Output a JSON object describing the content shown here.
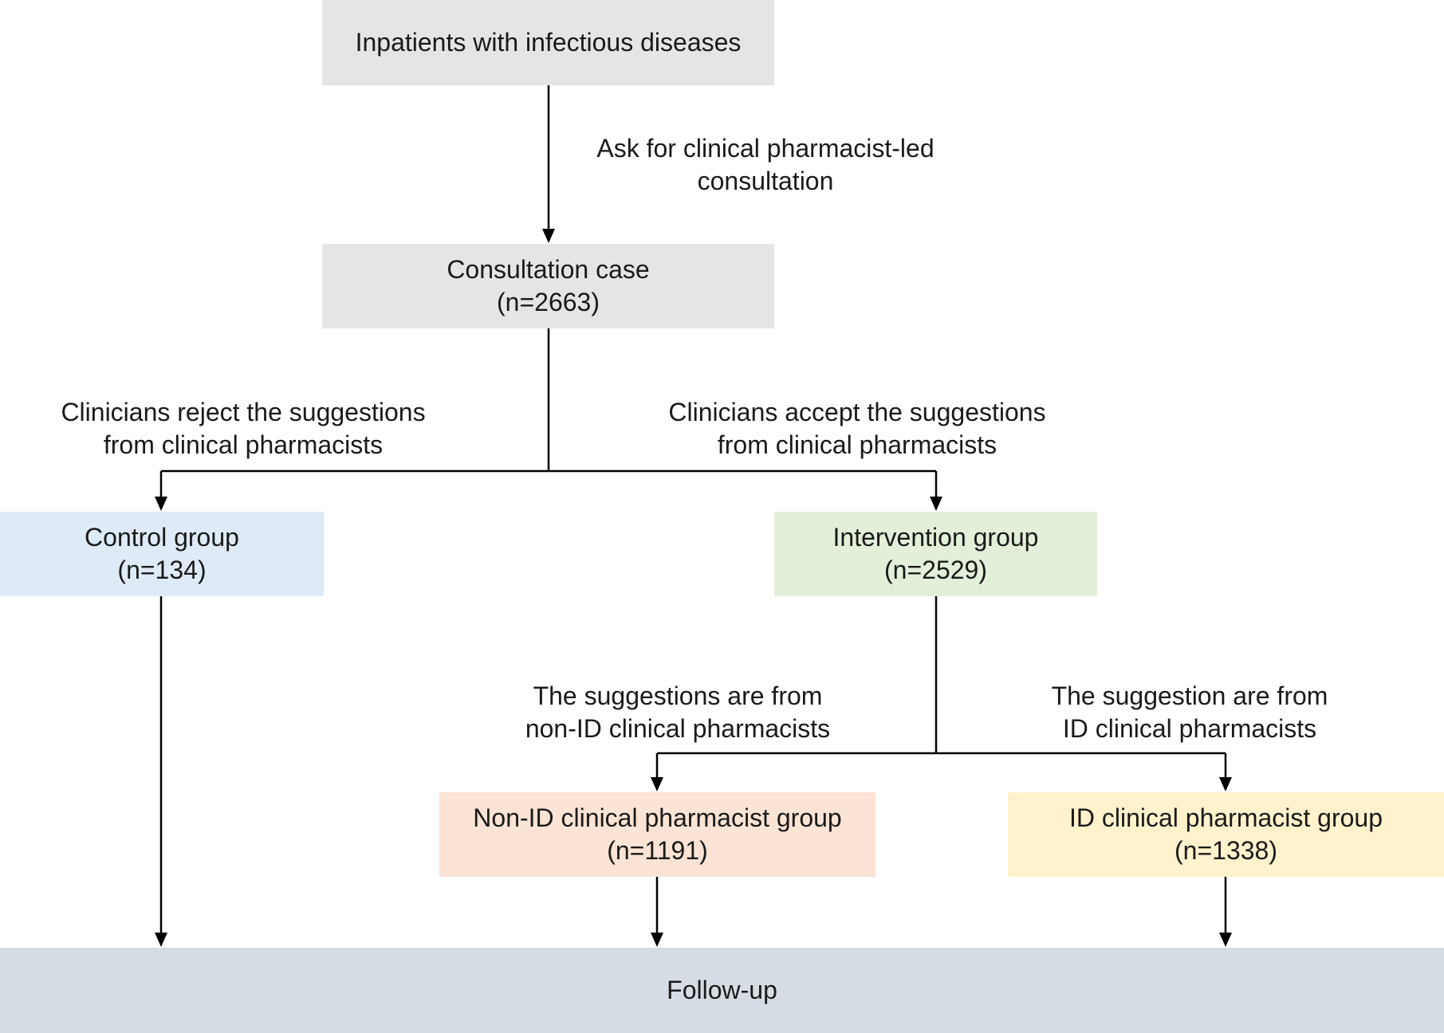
{
  "colors": {
    "gray_box": "#e6e5e5",
    "control_box": "#deebf6",
    "intervention_box": "#e2f0d9",
    "non_id_box": "#fbe4d5",
    "id_box": "#fff2cc",
    "followup_box": "#d6dce4",
    "line": "#000000"
  },
  "nodes": {
    "inpatients": {
      "line1": "Inpatients with infectious diseases"
    },
    "consultation": {
      "line1": "Consultation case",
      "line2": "(n=2663)"
    },
    "control": {
      "line1": "Control group",
      "line2": "(n=134)"
    },
    "intervention": {
      "line1": "Intervention group",
      "line2": "(n=2529)"
    },
    "non_id": {
      "line1": "Non-ID clinical pharmacist group",
      "line2": "(n=1191)"
    },
    "id": {
      "line1": "ID clinical pharmacist group",
      "line2": "(n=1338)"
    },
    "followup": {
      "line1": "Follow-up"
    }
  },
  "edge_labels": {
    "ask": {
      "line1": "Ask for clinical pharmacist-led",
      "line2": "consultation"
    },
    "reject": {
      "line1": "Clinicians reject the suggestions",
      "line2": "from clinical pharmacists"
    },
    "accept": {
      "line1": "Clinicians accept the suggestions",
      "line2": "from clinical pharmacists"
    },
    "non_id_from": {
      "line1": "The suggestions are from",
      "line2": "non-ID clinical pharmacists"
    },
    "id_from": {
      "line1": "The suggestion are from",
      "line2": "ID clinical pharmacists"
    }
  }
}
